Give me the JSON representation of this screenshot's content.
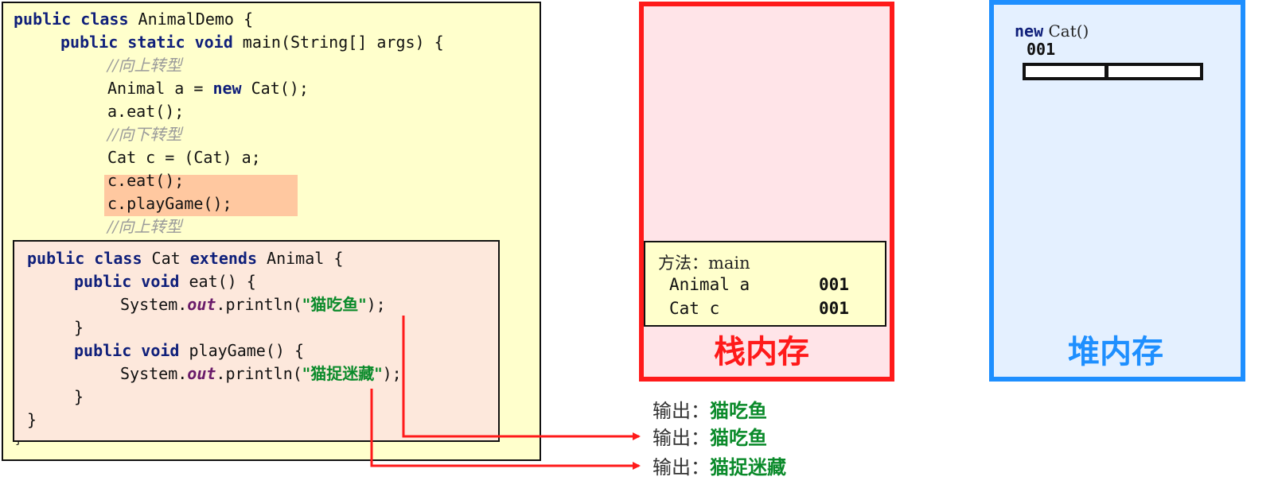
{
  "demo": {
    "l1_kw": "public class ",
    "l1_rest": "AnimalDemo {",
    "l2_kw": "public static void ",
    "l2_rest": "main(String[] args) {",
    "l3_comment": "//向上转型",
    "l4_pre": "Animal a = ",
    "l4_kw": "new ",
    "l4_post": "Cat();",
    "l5": "a.eat();",
    "l6_comment": "//向下转型",
    "l7": "Cat c = (Cat) a;",
    "l8": "c.eat();",
    "l9": "c.playGame();",
    "l10_comment": "//向上转型",
    "closing_brace": "}"
  },
  "cat": {
    "l1_kw1": "public class ",
    "l1_mid": "Cat ",
    "l1_kw2": "extends ",
    "l1_rest": "Animal {",
    "l2_kw": "public void ",
    "l2_rest": "eat() {",
    "l3_pre": "System.",
    "l3_field": "out",
    "l3_mid": ".println(",
    "l3_str": "\"猫吃鱼\"",
    "l3_post": ");",
    "l4": "}",
    "l5_kw": "public void ",
    "l5_rest": "playGame() {",
    "l6_pre": "System.",
    "l6_field": "out",
    "l6_mid": ".println(",
    "l6_str": "\"猫捉迷藏\"",
    "l6_post": ");",
    "l7": "}",
    "l8": "}"
  },
  "stack": {
    "title": "栈内存",
    "frame_label": "方法：main",
    "vars": [
      {
        "name": "Animal a",
        "value": "001"
      },
      {
        "name": "Cat c",
        "value": "001"
      }
    ]
  },
  "heap": {
    "title": "堆内存",
    "new_kw": "new",
    "new_rest": " Cat()",
    "address": "001"
  },
  "outputs": [
    {
      "label": "输出：",
      "value": "猫吃鱼"
    },
    {
      "label": "输出：",
      "value": "猫吃鱼"
    },
    {
      "label": "输出：",
      "value": "猫捉迷藏"
    }
  ],
  "colors": {
    "arrow": "#ff1a1a",
    "stack_border": "#ff1a1a",
    "heap_border": "#1e8fff",
    "keyword": "#0f1f7a",
    "string": "#0a8a2a"
  }
}
